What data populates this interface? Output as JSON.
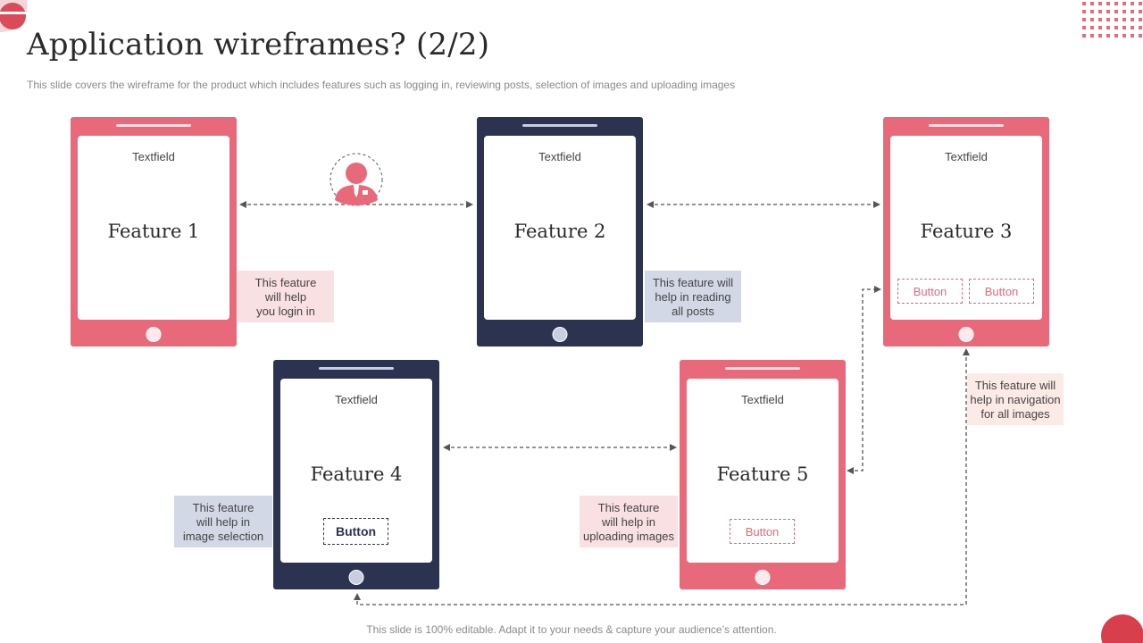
{
  "slide": {
    "title": "Application wireframes? (2/2)",
    "subtitle": "This slide covers the wireframe for the product which includes features such as logging in, reviewing posts, selection of images and uploading images",
    "footer": "This slide is 100% editable. Adapt it to your needs & capture your audience’s attention."
  },
  "colors": {
    "pink": "#e8697a",
    "navy": "#2b3350",
    "arrow": "#555555"
  },
  "phones": [
    {
      "textfield": "Textfield",
      "feature": "Feature 1"
    },
    {
      "textfield": "Textfield",
      "feature": "Feature 2"
    },
    {
      "textfield": "Textfield",
      "feature": "Feature 3",
      "buttons": [
        "Button",
        "Button"
      ]
    },
    {
      "textfield": "Textfield",
      "feature": "Feature 4",
      "buttons": [
        "Button"
      ]
    },
    {
      "textfield": "Textfield",
      "feature": "Feature 5",
      "buttons": [
        "Button"
      ]
    }
  ],
  "notes": [
    {
      "lines": [
        "This feature",
        "will help",
        "you login in"
      ]
    },
    {
      "lines": [
        "This feature will",
        "help in reading",
        "all posts"
      ]
    },
    {
      "lines": [
        "This feature will",
        "help in navigation",
        "for all images"
      ]
    },
    {
      "lines": [
        "This feature",
        "will help in",
        "image selection"
      ]
    },
    {
      "lines": [
        "This feature",
        "will help in",
        "uploading images"
      ]
    }
  ],
  "icons": {
    "user": "user-avatar-icon"
  }
}
